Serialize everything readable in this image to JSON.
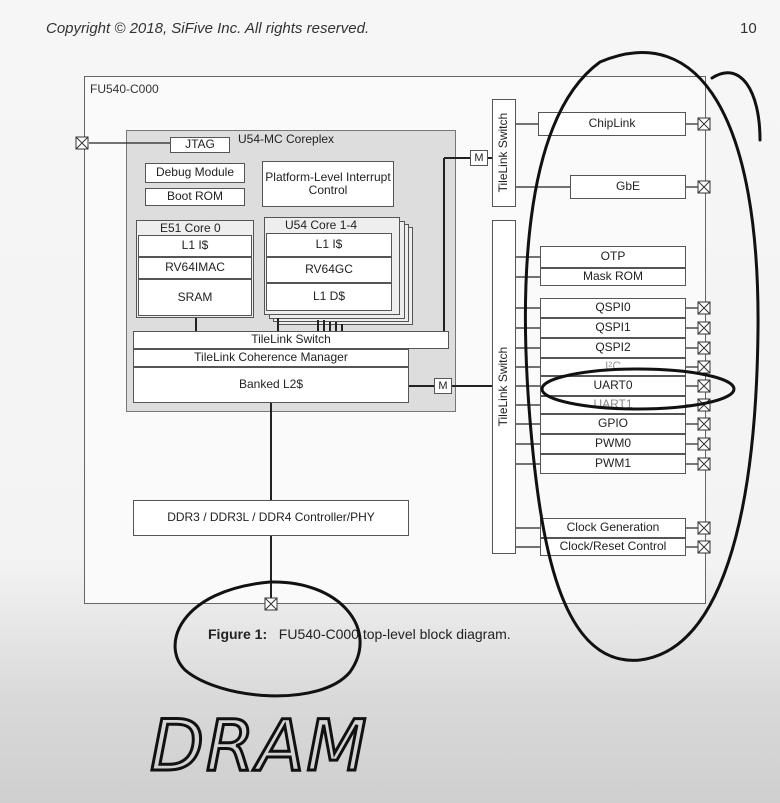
{
  "header": {
    "copyright": "Copyright © 2018, SiFive Inc. All rights reserved.",
    "page_number": "10"
  },
  "chip": {
    "title": "FU540-C000"
  },
  "coreplex": {
    "title": "U54-MC Coreplex",
    "jtag": "JTAG",
    "debug_module": "Debug Module",
    "boot_rom": "Boot ROM",
    "plic": "Platform-Level Interrupt Control",
    "e51": {
      "title": "E51 Core 0",
      "l1i": "L1 I$",
      "isa": "RV64IMAC",
      "sram": "SRAM"
    },
    "u54": {
      "title": "U54 Core 1-4",
      "l1i": "L1 I$",
      "isa": "RV64GC",
      "l1d": "L1 D$"
    },
    "tilelink_switch": "TileLink Switch",
    "coherence_manager": "TileLink Coherence Manager",
    "l2": "Banked L2$"
  },
  "master_top": "M",
  "master_bottom": "M",
  "tilelink_switch_top": "TileLink Switch",
  "tilelink_switch_main": "TileLink Switch",
  "ddr": "DDR3 / DDR3L / DDR4 Controller/PHY",
  "peripherals": {
    "chiplink": "ChipLink",
    "gbe": "GbE",
    "otp": "OTP",
    "mask_rom": "Mask ROM",
    "qspi0": "QSPI0",
    "qspi1": "QSPI1",
    "qspi2": "QSPI2",
    "i2c": "I²C",
    "uart0": "UART0",
    "uart1": "UART1",
    "gpio": "GPIO",
    "pwm0": "PWM0",
    "pwm1": "PWM1",
    "clock_generation": "Clock Generation",
    "clock_reset": "Clock/Reset Control"
  },
  "caption": {
    "label": "Figure 1:",
    "text": "FU540-C000 top-level block diagram."
  },
  "handwriting": "DRAM"
}
